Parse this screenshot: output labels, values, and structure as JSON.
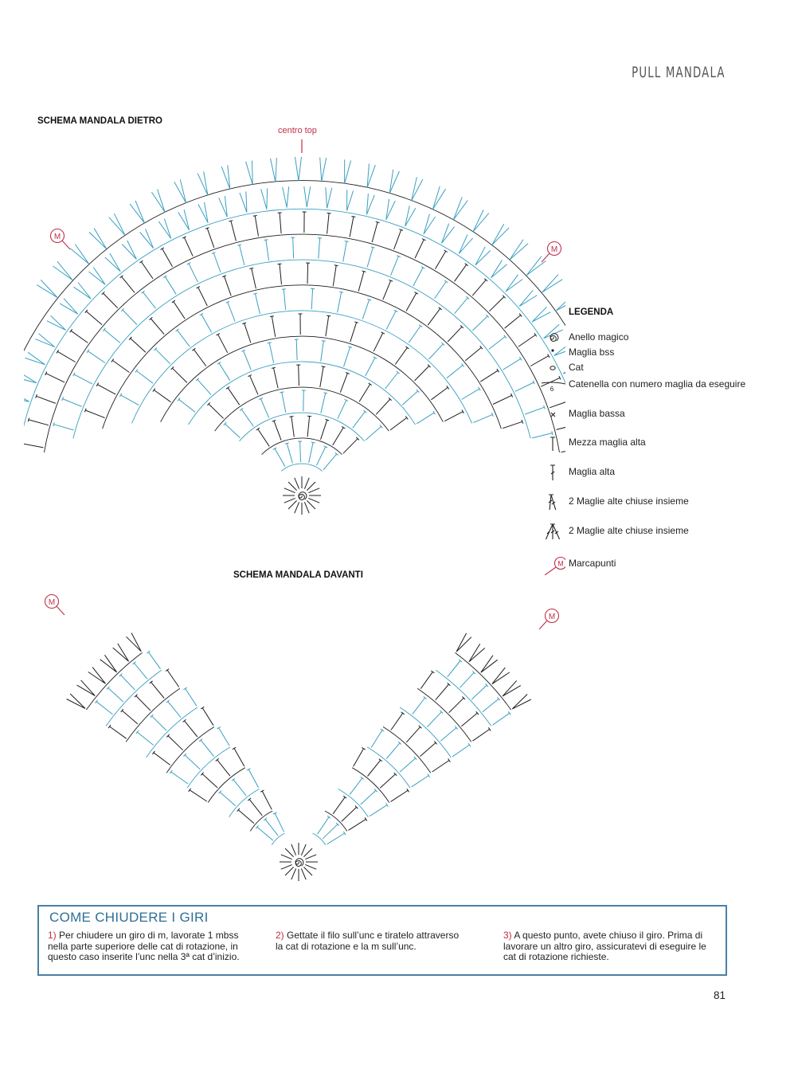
{
  "header": {
    "running_head": "PULL MANDALA"
  },
  "back_chart": {
    "title": "SCHEMA MANDALA DIETRO",
    "top_label": "centro top",
    "marker_letter": "M"
  },
  "front_chart": {
    "title": "SCHEMA MANDALA DAVANTI",
    "marker_letter": "M"
  },
  "legend": {
    "title": "LEGENDA",
    "chain_count": "6",
    "items": [
      {
        "icon": "magic-ring-icon",
        "label": "Anello magico"
      },
      {
        "icon": "slip-stitch-icon",
        "label": "Maglia bss"
      },
      {
        "icon": "chain-icon",
        "label": "Cat"
      },
      {
        "icon": "chain-count-icon",
        "label": "Catenella con numero maglia da eseguire"
      },
      {
        "icon": "single-crochet-icon",
        "label": "Maglia bassa"
      },
      {
        "icon": "half-double-crochet-icon",
        "label": "Mezza maglia alta"
      },
      {
        "icon": "double-crochet-icon",
        "label": "Maglia alta"
      },
      {
        "icon": "dc2tog-icon",
        "label": "2 Maglie alte chiuse insieme"
      },
      {
        "icon": "dc3tog-icon",
        "label": "2 Maglie alte chiuse insieme"
      },
      {
        "icon": "stitch-marker-icon",
        "label": "Marcapunti"
      }
    ]
  },
  "closing_box": {
    "title": "COME CHIUDERE I GIRI",
    "steps": [
      {
        "num": "1)",
        "text": "Per chiudere un giro di m, lavorate 1 mbss nella parte superiore delle cat di rotazione, in questo caso inserite l’unc nella 3ª cat d’inizio."
      },
      {
        "num": "2)",
        "text": "Gettate il filo sull’unc e tiratelo attraverso la cat di rotazione e la m sull’unc."
      },
      {
        "num": "3)",
        "text": "A questo punto, avete chiuso il giro. Prima di lavorare un altro giro, assicuratevi di eseguire le cat di rotazione richieste."
      }
    ]
  },
  "page_number": "81",
  "colors": {
    "teal": "#3a9fc1",
    "dark": "#1d1d1d",
    "accent_red": "#c0304a",
    "box_border": "#4a7fa6",
    "box_title": "#2e6f97"
  }
}
